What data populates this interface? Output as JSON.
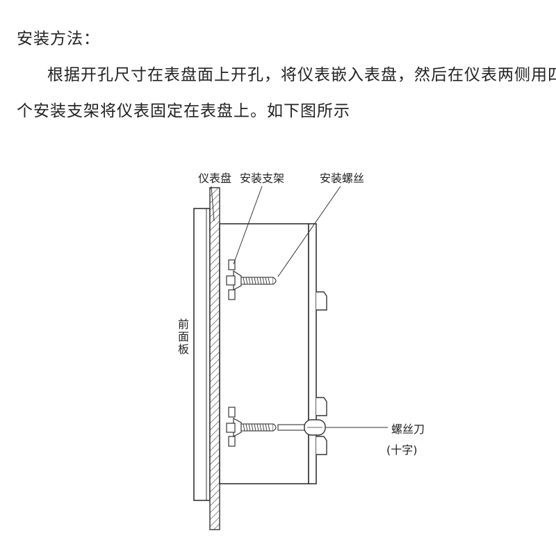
{
  "heading": "安装方法：",
  "paragraph": {
    "line1": "根据开孔尺寸在表盘面上开孔，将仪表嵌入表盘，然后在仪表两侧用四",
    "line2": "个安装支架将仪表固定在表盘上。如下图所示"
  },
  "diagram": {
    "labels": {
      "panel": "仪表盘",
      "bracket": "安装支架",
      "screw": "安装螺丝",
      "front_panel": "前面板",
      "screwdriver": "螺丝刀",
      "cross": "(十字)"
    },
    "colors": {
      "line": "#333333",
      "hatch": "#555555",
      "background": "#ffffff"
    }
  }
}
